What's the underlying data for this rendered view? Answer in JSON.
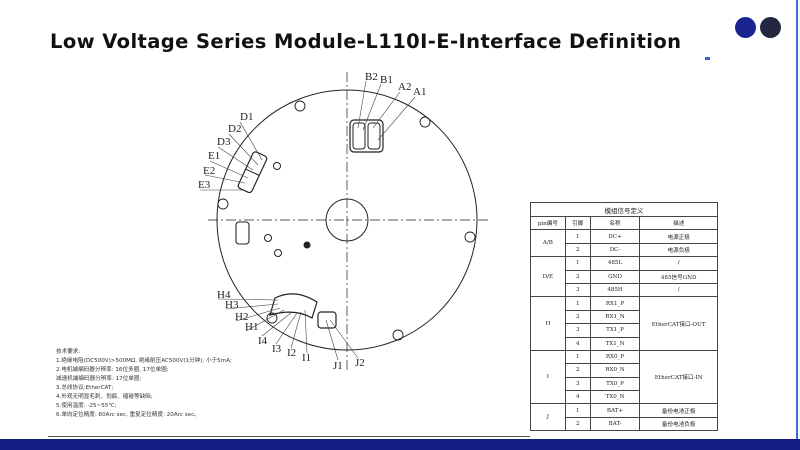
{
  "header": {
    "title": "Low Voltage Series Module-L110I-E-Interface Definition",
    "dot_colors": [
      "#1a2490",
      "#232840"
    ]
  },
  "drawing": {
    "labels": {
      "B2": "B2",
      "B1": "B1",
      "A2": "A2",
      "A1": "A1",
      "D1": "D1",
      "D2": "D2",
      "D3": "D3",
      "E1": "E1",
      "E2": "E2",
      "E3": "E3",
      "H4": "H4",
      "H3": "H3",
      "H2": "H2",
      "H1": "H1",
      "I4": "I4",
      "I3": "I3",
      "I2": "I2",
      "I1": "I1",
      "J1": "J1",
      "J2": "J2"
    }
  },
  "notes": {
    "heading": "技术要求:",
    "lines": [
      "1.绝缘电阻(DC500V)>500MΩ, 绝缘耐压AC500V(1分钟), 小于5mA;",
      "2.电机端编码器分辨率: 16位多圈, 17位单圈;",
      "减速机端编码器分辨率: 17位单圈;",
      "3.总线协议:EtherCAT;",
      "4.外观无明显毛刺、划痕、磕碰等缺陷;",
      "5.使用温度: -25~55℃;",
      "6.单向定位精度: 60Arc sec, 重复定位精度: 20Arc sec。"
    ]
  },
  "table": {
    "title": "模组信号定义",
    "headers": [
      "pin编号",
      "引脚",
      "名称",
      "描述"
    ],
    "groups": [
      {
        "pin": "A/B",
        "rows": [
          {
            "n": "1",
            "name": "DC+",
            "desc": "电源正极"
          },
          {
            "n": "2",
            "name": "DC-",
            "desc": "电源负极"
          }
        ]
      },
      {
        "pin": "D/E",
        "rows": [
          {
            "n": "1",
            "name": "485L",
            "desc": "/"
          },
          {
            "n": "2",
            "name": "GND",
            "desc": "485信号GND"
          },
          {
            "n": "3",
            "name": "485H",
            "desc": "/"
          }
        ]
      },
      {
        "pin": "H",
        "desc": "EtherCAT接口-OUT",
        "rows": [
          {
            "n": "1",
            "name": "RX1_P"
          },
          {
            "n": "2",
            "name": "RX1_N"
          },
          {
            "n": "3",
            "name": "TX1_P"
          },
          {
            "n": "4",
            "name": "TX1_N"
          }
        ]
      },
      {
        "pin": "I",
        "desc": "EtherCAT接口-IN",
        "rows": [
          {
            "n": "1",
            "name": "RX0_P"
          },
          {
            "n": "2",
            "name": "RX0_N"
          },
          {
            "n": "3",
            "name": "TX0_P"
          },
          {
            "n": "4",
            "name": "TX0_N"
          }
        ]
      },
      {
        "pin": "J",
        "rows": [
          {
            "n": "1",
            "name": "BAT+",
            "desc": "备份电池正极"
          },
          {
            "n": "2",
            "name": "BAT-",
            "desc": "备份电池负极"
          }
        ]
      }
    ]
  }
}
